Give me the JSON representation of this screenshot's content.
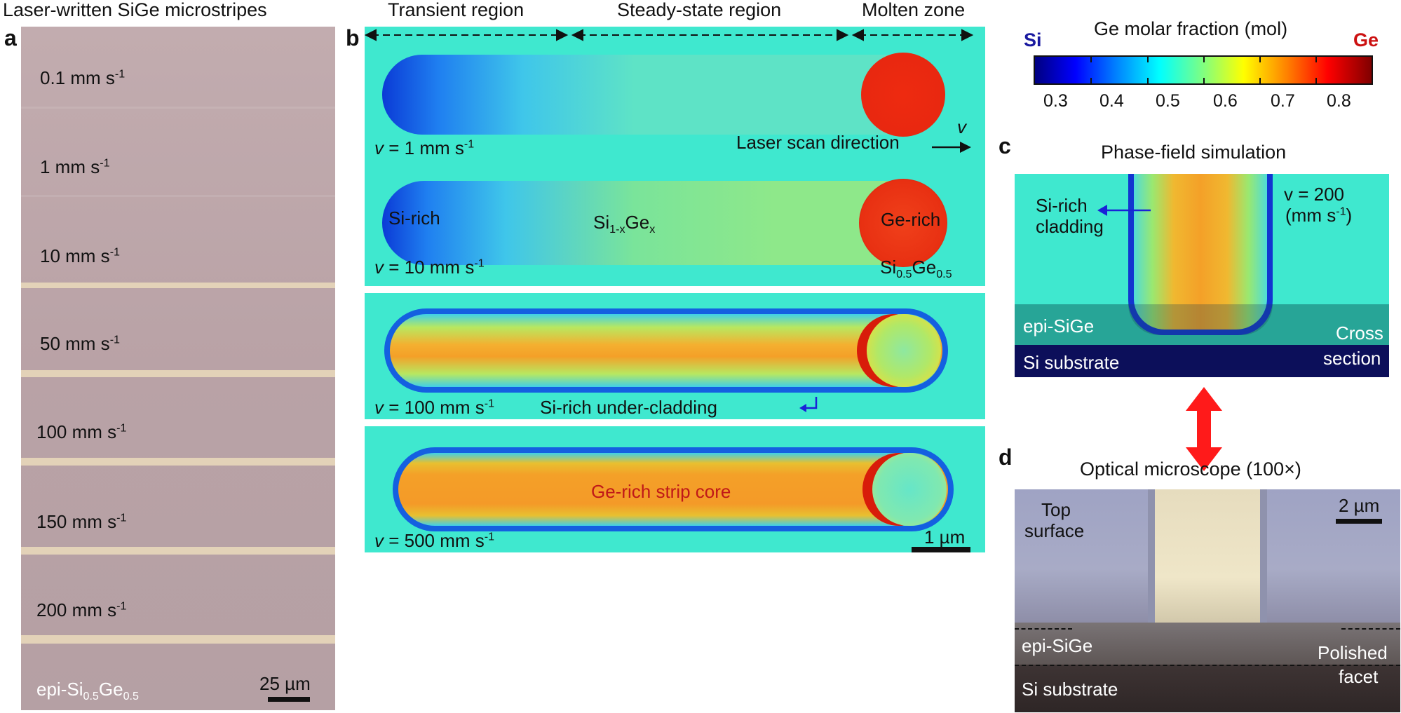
{
  "panel_a": {
    "letter": "a",
    "title": "Laser-written SiGe microstripes",
    "speed_labels": [
      {
        "value": "0.1 mm s",
        "sup": "-1"
      },
      {
        "value": "1 mm s",
        "sup": "-1"
      },
      {
        "value": "10 mm s",
        "sup": "-1"
      },
      {
        "value": "50 mm s",
        "sup": "-1"
      },
      {
        "value": "100 mm s",
        "sup": "-1"
      },
      {
        "value": "150 mm s",
        "sup": "-1"
      },
      {
        "value": "200 mm s",
        "sup": "-1"
      }
    ],
    "substrate_label": {
      "main": "epi-Si",
      "sub1": "0.5",
      "mid": "Ge",
      "sub2": "0.5"
    },
    "scale_bar": "25 µm"
  },
  "panel_b": {
    "letter": "b",
    "region_labels": [
      "Transient region",
      "Steady-state region",
      "Molten zone"
    ],
    "sims": [
      {
        "speed_prefix": "v",
        "speed_text": " = 1 mm s",
        "sup": "-1"
      },
      {
        "speed_prefix": "v",
        "speed_text": " = 10 mm s",
        "sup": "-1"
      },
      {
        "speed_prefix": "v",
        "speed_text": " = 100 mm s",
        "sup": "-1"
      },
      {
        "speed_prefix": "v",
        "speed_text": " = 500 mm s",
        "sup": "-1"
      }
    ],
    "laser_v": "v",
    "laser_scan": "Laser scan direction",
    "si_rich": "Si-rich",
    "ge_rich": "Ge-rich",
    "alloy": {
      "a": "Si",
      "s1": "1-x",
      "b": "Ge",
      "s2": "x"
    },
    "si05ge05": {
      "a": "Si",
      "s1": "0.5",
      "b": "Ge",
      "s2": "0.5"
    },
    "under_cladding": "Si-rich under-cladding",
    "strip_core": "Ge-rich strip core",
    "scale_bar": "1 µm"
  },
  "colorbar": {
    "title": "Ge molar fraction (mol)",
    "left_label": "Si",
    "right_label": "Ge",
    "ticks": [
      "0.3",
      "0.4",
      "0.5",
      "0.6",
      "0.7",
      "0.8"
    ],
    "left_color": "#1a1aa0",
    "right_color": "#cc1111"
  },
  "panel_c": {
    "letter": "c",
    "title": "Phase-field simulation",
    "speed": "v = 200",
    "speed_unit": "(mm s",
    "sup": "-1",
    "unit_close": ")",
    "cladding": [
      "Si-rich",
      "cladding"
    ],
    "epi": "epi-SiGe",
    "substrate": "Si substrate",
    "cross": [
      "Cross",
      "section"
    ]
  },
  "panel_d": {
    "letter": "d",
    "title": "Optical microscope (100×)",
    "top_surface": [
      "Top",
      "surface"
    ],
    "scale_bar": "2 µm",
    "epi": "epi-SiGe",
    "substrate": "Si substrate",
    "facet": [
      "Polished",
      "facet"
    ]
  }
}
